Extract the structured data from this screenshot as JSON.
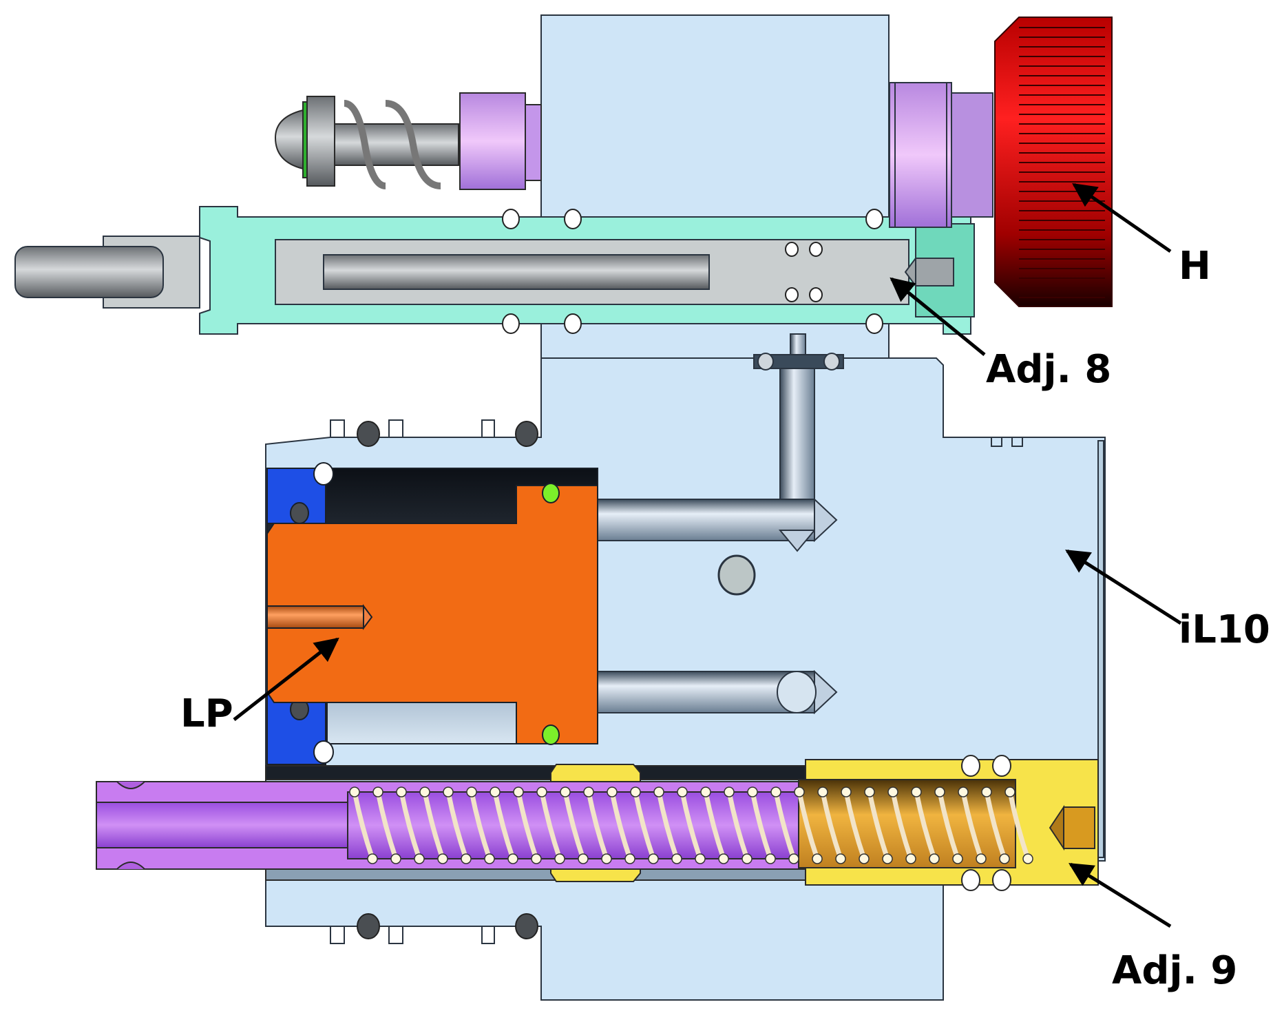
{
  "figure": {
    "type": "cross-section diagram",
    "subject": "valve / regulator assembly"
  },
  "labels": [
    {
      "id": "H",
      "text": "H",
      "target": "red knurled adjustment knob"
    },
    {
      "id": "adj8",
      "text": "Adj. 8",
      "target": "upper adjustment screw / spool"
    },
    {
      "id": "il10",
      "text": "iL10",
      "target": "main body block"
    },
    {
      "id": "lp",
      "text": "LP",
      "target": "orange piston"
    },
    {
      "id": "adj9",
      "text": "Adj. 9",
      "target": "yellow adjustment screw"
    }
  ],
  "colors": {
    "body": "#cfe5f7",
    "body_outline": "#2a3440",
    "teal_cartridge": "#9af0dc",
    "spool_gray": "#c9cecf",
    "knob_red": "#e81010",
    "lilac_nut": "#d9a6f0",
    "piston_orange": "#f26b14",
    "seal_blue": "#1e4fe6",
    "plunger_purple": "#c87cf0",
    "adjuster_yellow": "#f7e34a",
    "spring_brass": "#e8a93a",
    "oring_dark": "#4a4e52",
    "oring_green": "#7cf02a",
    "leader_line": "#000000"
  }
}
